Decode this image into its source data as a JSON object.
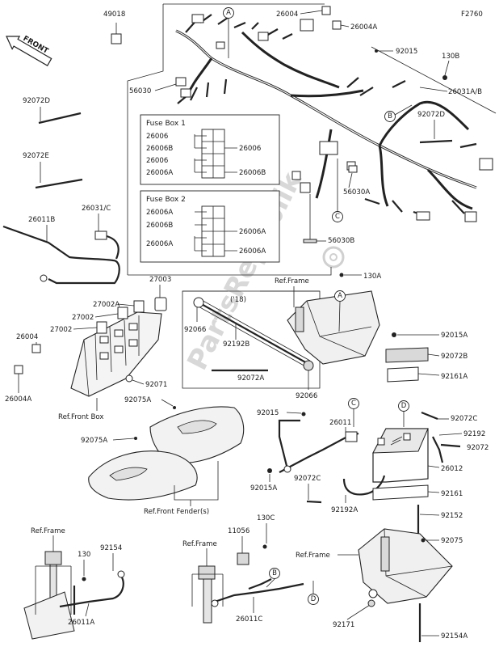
{
  "diagram_code": "F2760",
  "front_label": "FRONT",
  "watermark": "PartsRepublik",
  "fuse_box_1": {
    "title": "Fuse Box 1",
    "left_labels": [
      "26006",
      "26006B",
      "26006",
      "26006A"
    ],
    "right_labels": [
      "26006",
      "26006B"
    ]
  },
  "fuse_box_2": {
    "title": "Fuse Box 2",
    "left_labels": [
      "26006A",
      "26006B",
      "26006A"
    ],
    "right_labels": [
      "26006A",
      "26006A"
    ]
  },
  "year_label": "('18)",
  "callouts": [
    "A",
    "B",
    "C",
    "D"
  ],
  "part_labels": {
    "p49018": "49018",
    "p26004_top": "26004",
    "p26004A_top": "26004A",
    "p92015_top": "92015",
    "p130B": "130B",
    "p26031AB": "26031A/B",
    "p56030_top": "56030",
    "p92072D_left": "92072D",
    "p92072D_right": "92072D",
    "p92072E": "92072E",
    "p26031C": "26031/C",
    "p26011B": "26011B",
    "p56030A": "56030A",
    "p56030B": "56030B",
    "p130A": "130A",
    "p27003": "27003",
    "p27002A": "27002A",
    "p27002_1": "27002",
    "p27002_2": "27002",
    "p26004_mid": "26004",
    "p26004A_mid": "26004A",
    "p92066_1": "92066",
    "p92192B": "92192B",
    "p92072A": "92072A",
    "p92066_2": "92066",
    "p92071": "92071",
    "p92075A_1": "92075A",
    "p92075A_2": "92075A",
    "p92015A_top": "92015A",
    "p92072B": "92072B",
    "p92161A": "92161A",
    "p92015_mid": "92015",
    "p26011": "26011",
    "p92072C_right": "92072C",
    "p92192": "92192",
    "p92072": "92072",
    "p26012": "26012",
    "p92015A_mid": "92015A",
    "p92072C_mid": "92072C",
    "p92192A": "92192A",
    "p92161": "92161",
    "p92152": "92152",
    "p92075": "92075",
    "p130C": "130C",
    "p11056": "11056",
    "p130": "130",
    "p92154": "92154",
    "p26011A": "26011A",
    "p26011C": "26011C",
    "p92171": "92171",
    "p92154A": "92154A"
  },
  "ref_labels": {
    "ref_frame_1": "Ref.Frame",
    "ref_front_box": "Ref.Front Box",
    "ref_front_fender": "Ref.Front Fender(s)",
    "ref_frame_2": "Ref.Frame",
    "ref_frame_3": "Ref.Frame",
    "ref_frame_4": "Ref.Frame"
  }
}
